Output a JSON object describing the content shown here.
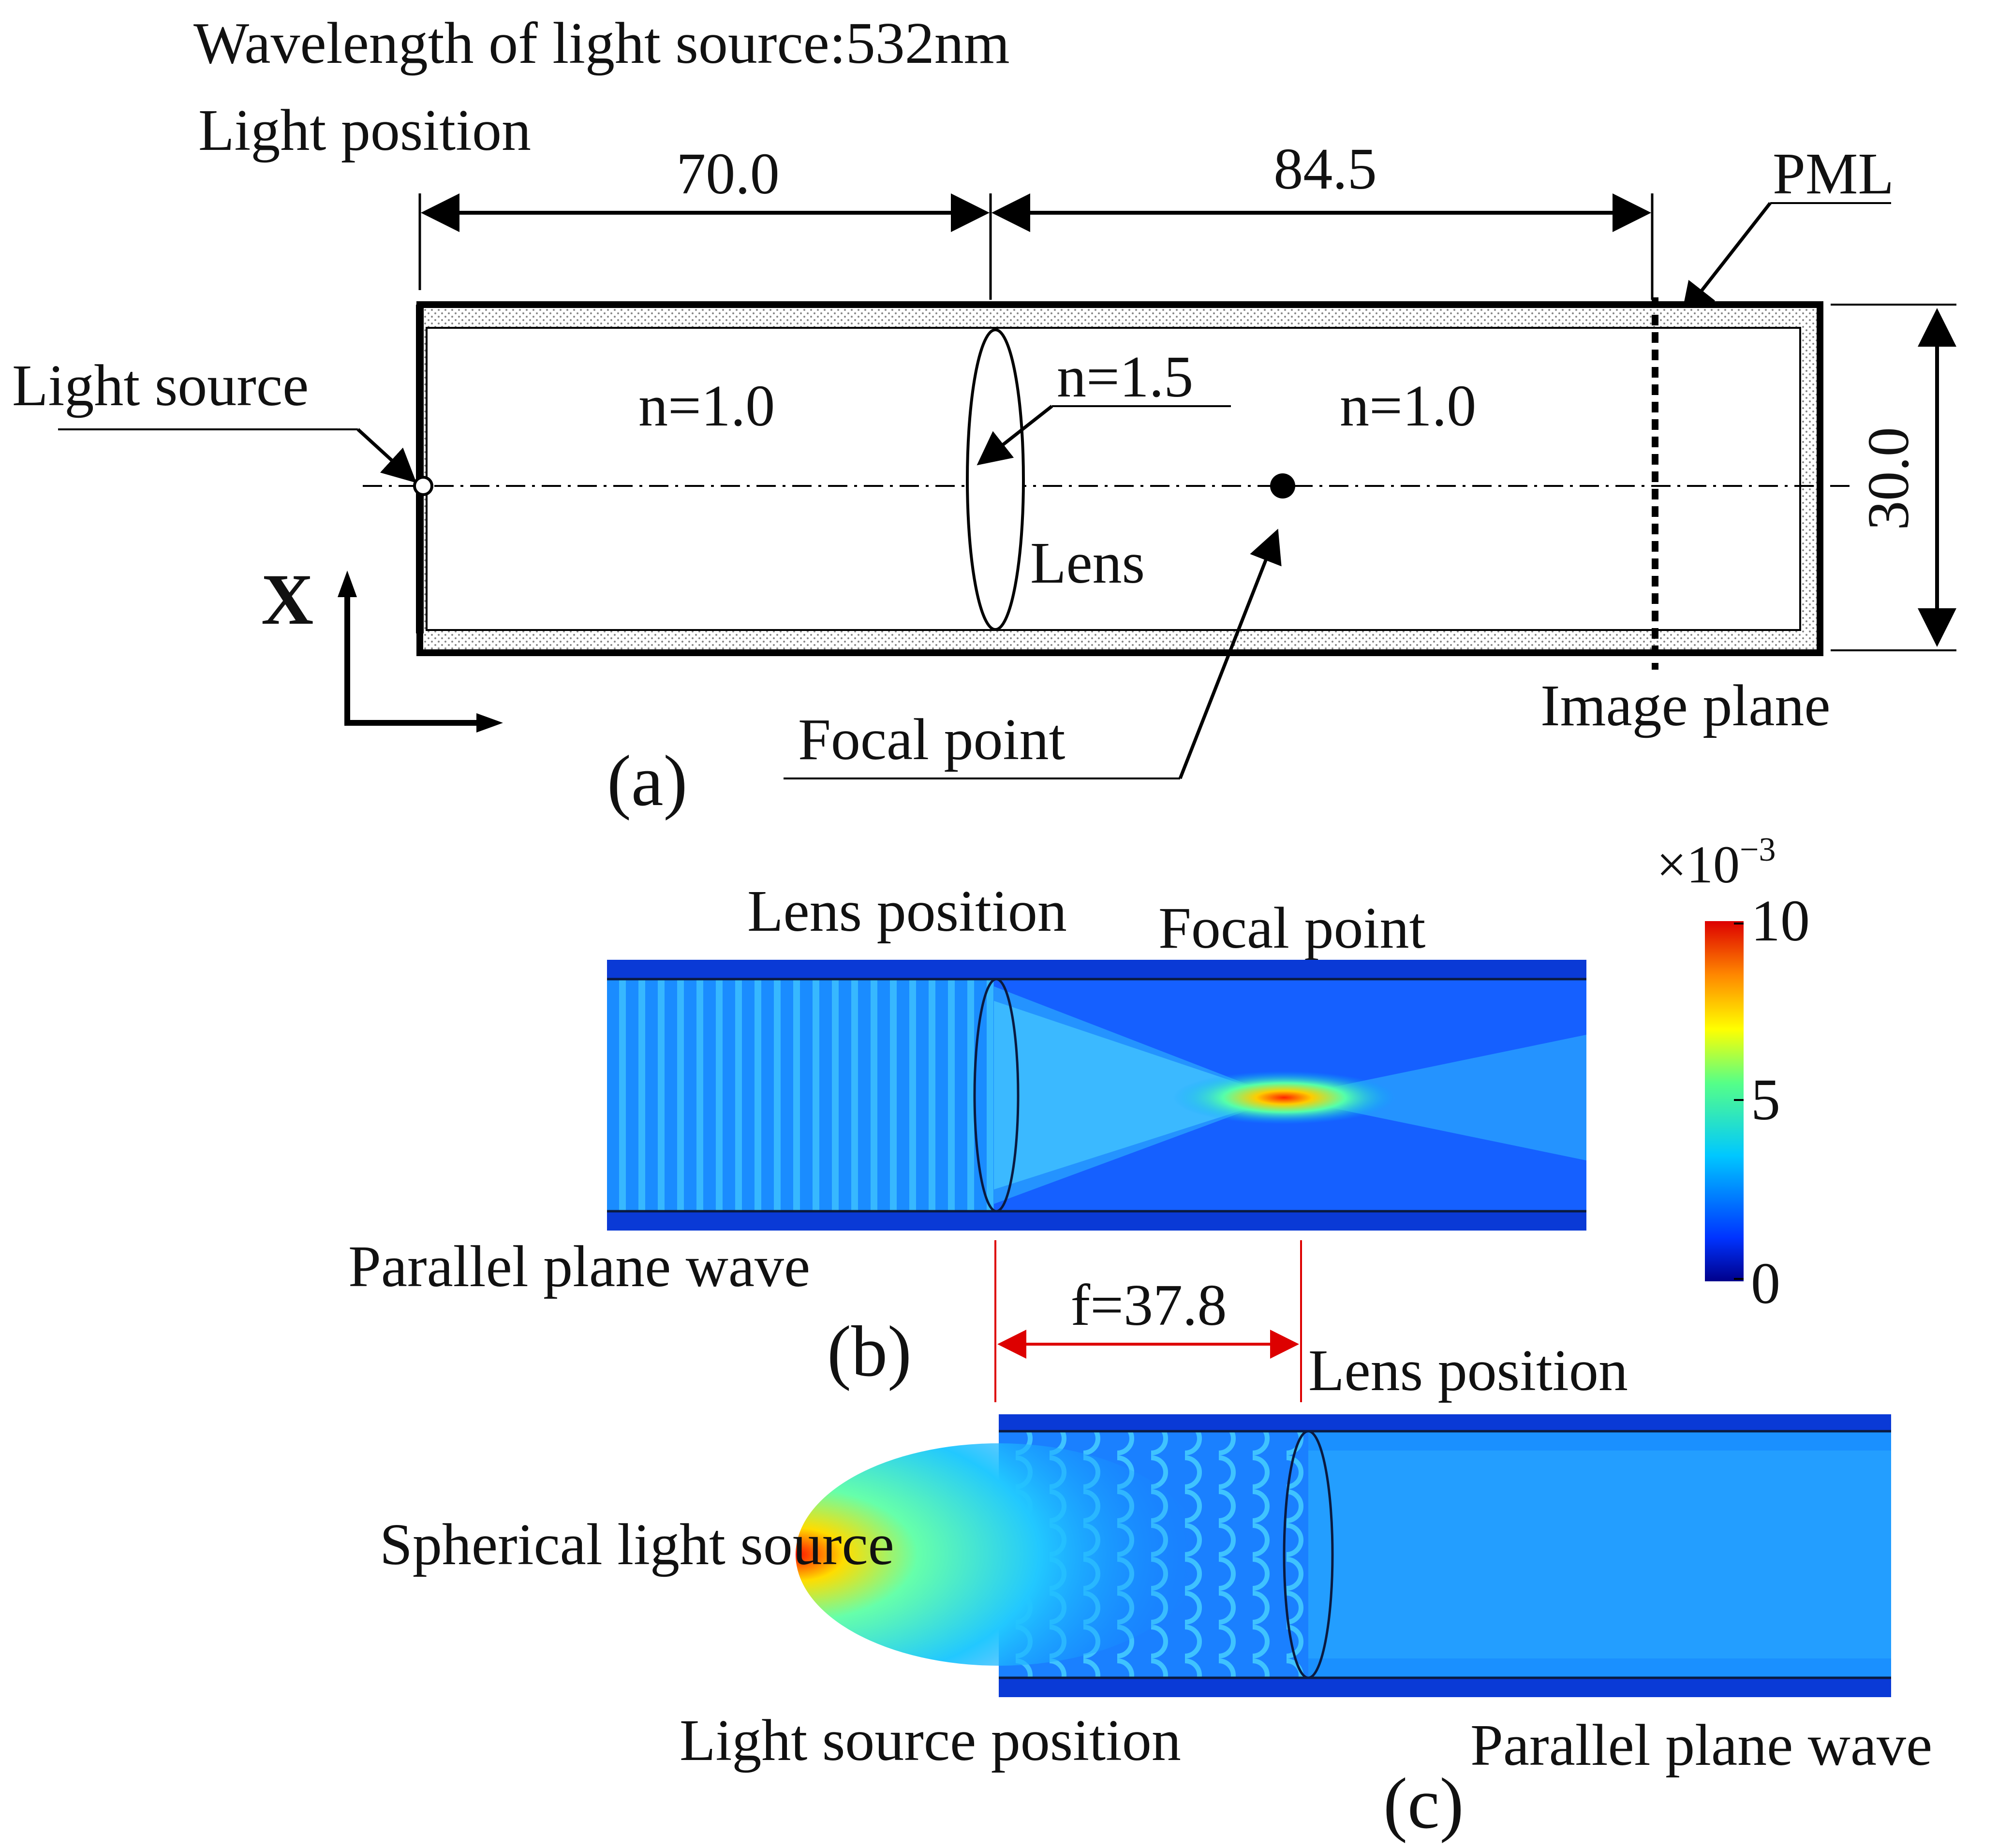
{
  "panel_a": {
    "wavelength_text": "Wavelength of light source:532nm",
    "light_position": "Light position",
    "dim_left": "70.0",
    "dim_right": "84.5",
    "pml": "PML",
    "light_source": "Light source",
    "n_left": "n=1.0",
    "n_lens": "n=1.5",
    "n_right": "n=1.0",
    "height_dim": "30.0",
    "lens": "Lens",
    "axis_label": "X",
    "focal_point": "Focal point",
    "image_plane": "Image plane",
    "panel_label": "(a)"
  },
  "panel_b": {
    "lens_position": "Lens position",
    "focal_point": "Focal point",
    "parallel_plane_wave": "Parallel plane wave",
    "focal_length": "f=37.8",
    "panel_label": "(b)"
  },
  "panel_c": {
    "lens_position": "Lens position",
    "spherical_source": "Spherical light source",
    "light_source_position": "Light source position",
    "parallel_plane_wave": "Parallel plane wave",
    "panel_label": "(c)"
  },
  "colorbar": {
    "multiplier_base": "×10",
    "multiplier_exp": "−3",
    "tick_max": "10",
    "tick_mid": "5",
    "tick_min": "0",
    "colors": [
      "#00008b",
      "#0033ff",
      "#00c8ff",
      "#55ff88",
      "#ffff00",
      "#ff8800",
      "#dd0000"
    ]
  }
}
